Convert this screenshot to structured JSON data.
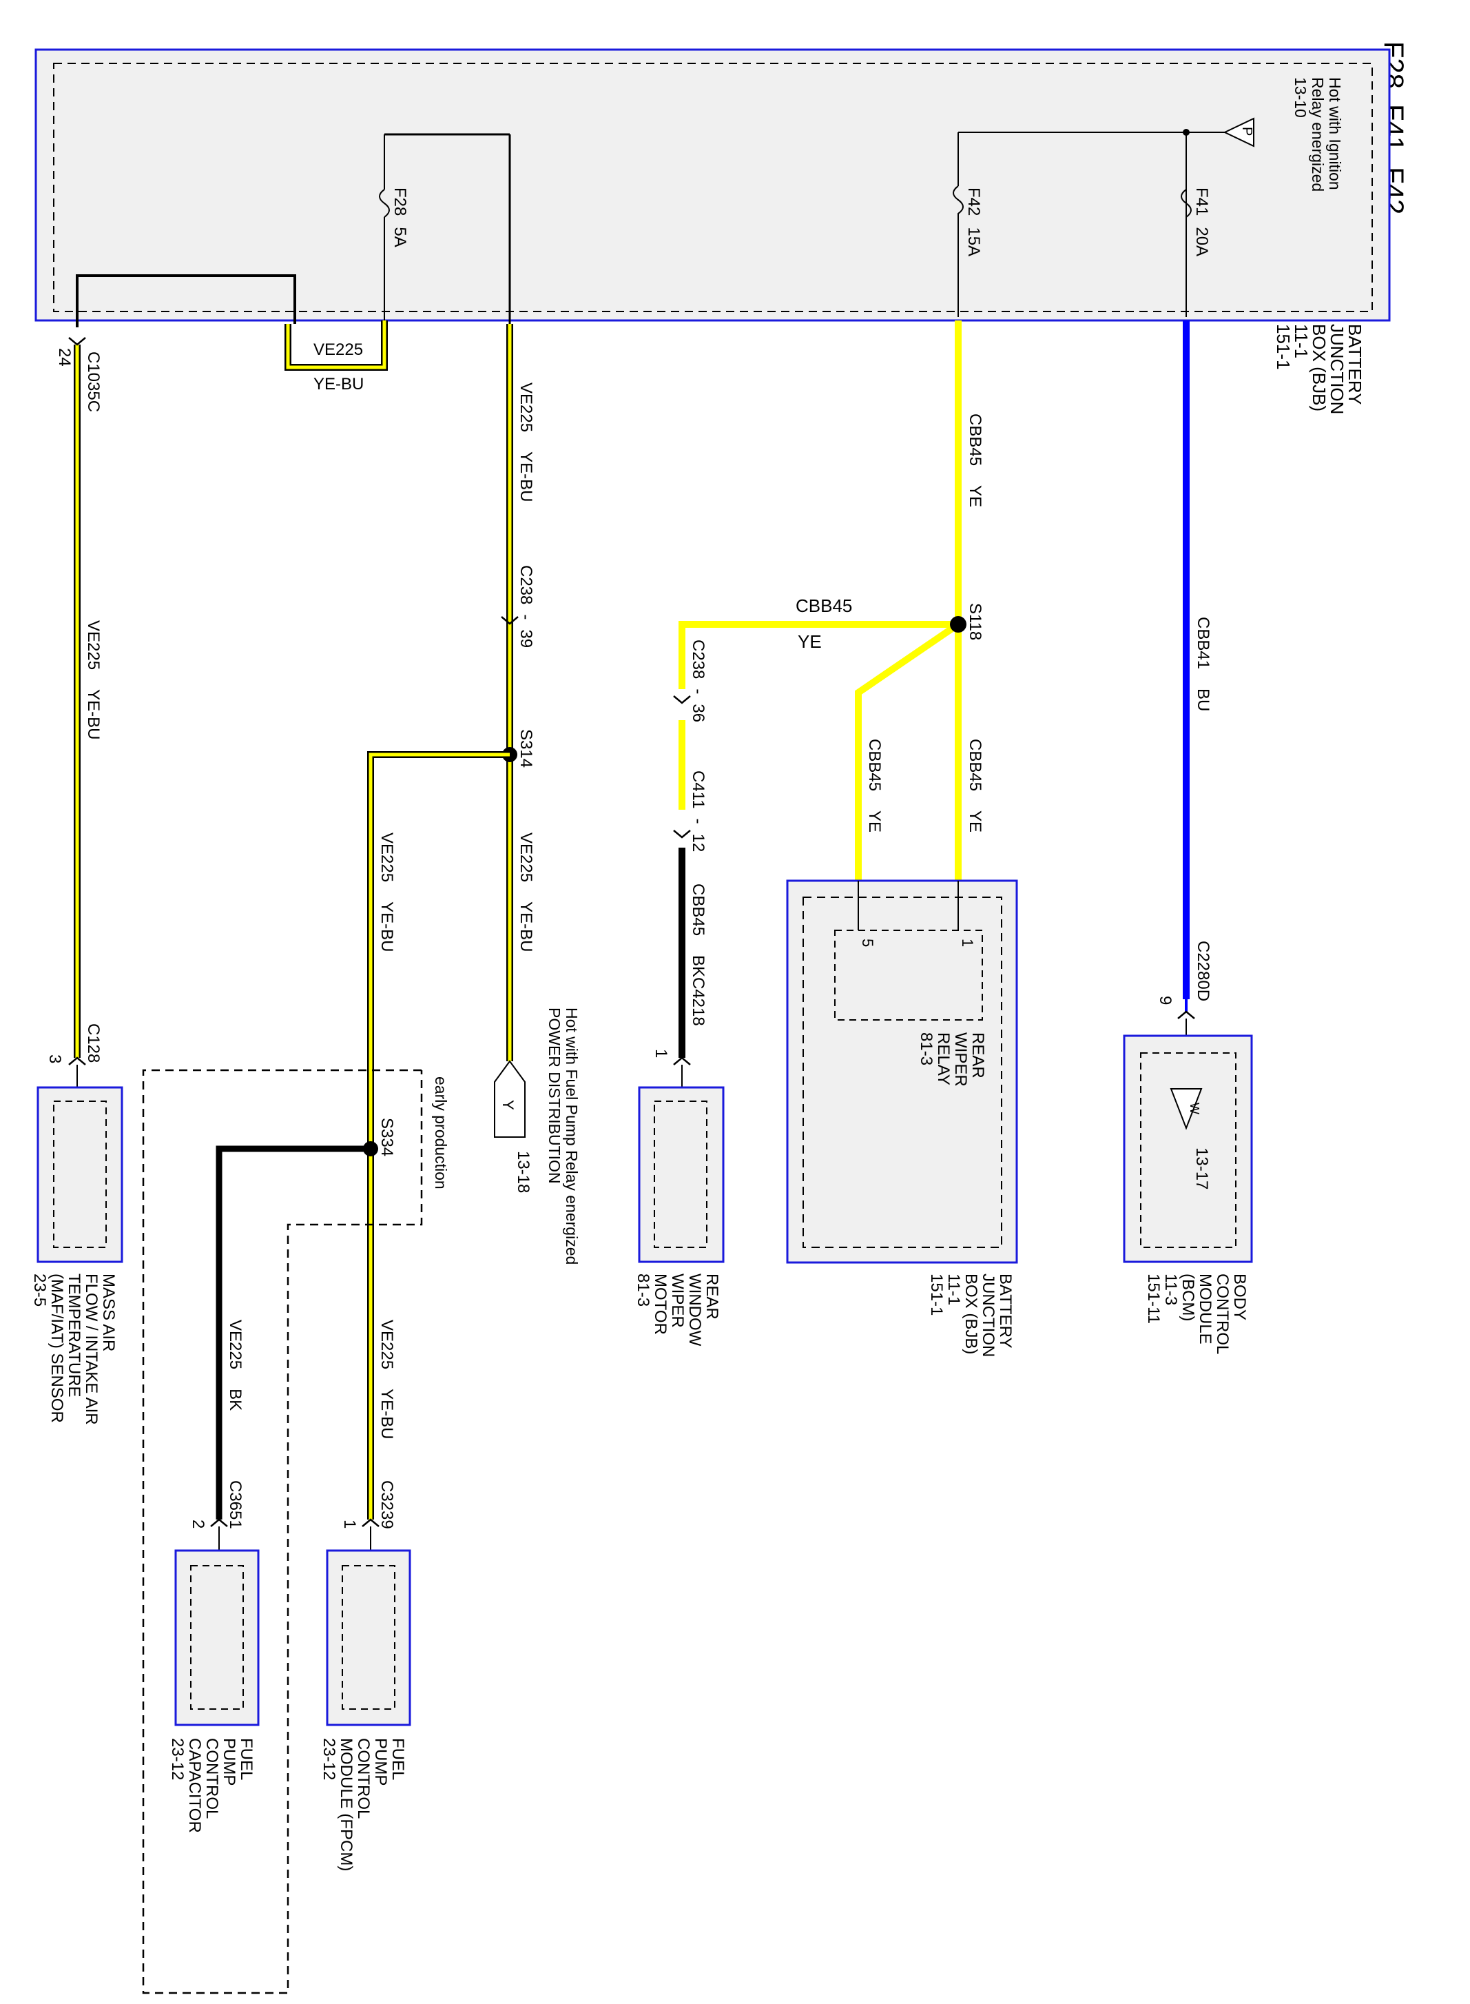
{
  "title": "F28, F41, F42",
  "colors": {
    "yellow": "#ffff00",
    "blue": "#0000ff",
    "black": "#000000",
    "box_fill": "#f0f0f0",
    "box_border": "#1a1adc"
  },
  "bjb": {
    "name": [
      "BATTERY",
      "JUNCTION",
      "BOX (BJB)",
      "11-1",
      "151-1"
    ],
    "hot_note": [
      "Hot with Ignition",
      "Relay energized",
      "13-10"
    ],
    "ref_p": "P",
    "f28": {
      "name": "F28",
      "rating": "5A"
    },
    "f41": {
      "name": "F41",
      "rating": "20A"
    },
    "f42": {
      "name": "F42",
      "rating": "15A"
    }
  },
  "wires": {
    "maf": {
      "circuit": "VE225",
      "color": "YE-BU",
      "conn_top": "C1035C",
      "pin_top": "24",
      "conn_bot": "C128",
      "pin_bot": "3"
    },
    "internal": {
      "circuit": "VE225",
      "color": "YE-BU"
    },
    "fuel_feed": {
      "circuit": "VE225",
      "color": "YE-BU",
      "conn": "C238",
      "pin": "39",
      "splice": "S314"
    },
    "pd_branch": {
      "circuit": "VE225",
      "color": "YE-BU"
    },
    "fpcm_branch": {
      "circuit": "VE225",
      "color": "YE-BU",
      "splice": "S334"
    },
    "fpcm": {
      "circuit": "VE225",
      "color": "YE-BU",
      "conn": "C3239",
      "pin": "1"
    },
    "cap": {
      "circuit": "VE225",
      "color": "BK",
      "conn": "C3651",
      "pin": "2"
    },
    "cbb45_main": {
      "circuit": "CBB45",
      "color": "YE",
      "splice": "S118"
    },
    "cbb45_branch": {
      "circuit": "CBB45",
      "color": "YE"
    },
    "cbb45_r5": {
      "circuit": "CBB45",
      "color": "YE"
    },
    "cbb45_r1": {
      "circuit": "CBB45",
      "color": "YE"
    },
    "c238_36": {
      "conn": "C238",
      "pin": "36"
    },
    "c411_12": {
      "conn": "C411",
      "pin": "12"
    },
    "wiper_motor": {
      "circuit": "CBB45",
      "color": "BK",
      "conn": "C4218",
      "pin": "1"
    },
    "cbb41": {
      "circuit": "CBB41",
      "color": "BU",
      "conn": "C2280D",
      "pin": "9"
    }
  },
  "components": {
    "maf": [
      "MASS AIR",
      "FLOW / INTAKE AIR",
      "TEMPERATURE",
      "(MAF/IAT) SENSOR",
      "23-5"
    ],
    "power_dist": [
      "Hot with Fuel Pump Relay energized",
      "POWER DISTRIBUTION",
      "13-18"
    ],
    "power_dist_ref": "Y",
    "early": "early production",
    "fpcm": [
      "FUEL",
      "PUMP",
      "CONTROL",
      "MODULE (FPCM)",
      "23-12"
    ],
    "cap": [
      "FUEL",
      "PUMP",
      "CONTROL",
      "CAPACITOR",
      "23-12"
    ],
    "wiper_motor": [
      "REAR",
      "WINDOW",
      "WIPER",
      "MOTOR",
      "81-3"
    ],
    "relay": [
      "REAR",
      "WIPER",
      "RELAY",
      "81-3"
    ],
    "relay_pin5": "5",
    "relay_pin1": "1",
    "bjb2": [
      "BATTERY",
      "JUNCTION",
      "BOX (BJB)",
      "11-1",
      "151-1"
    ],
    "bcm": [
      "BODY",
      "CONTROL",
      "MODULE",
      "(BCM)",
      "11-3",
      "151-11"
    ],
    "bcm_ref": "W",
    "bcm_ref_num": "13-17"
  }
}
